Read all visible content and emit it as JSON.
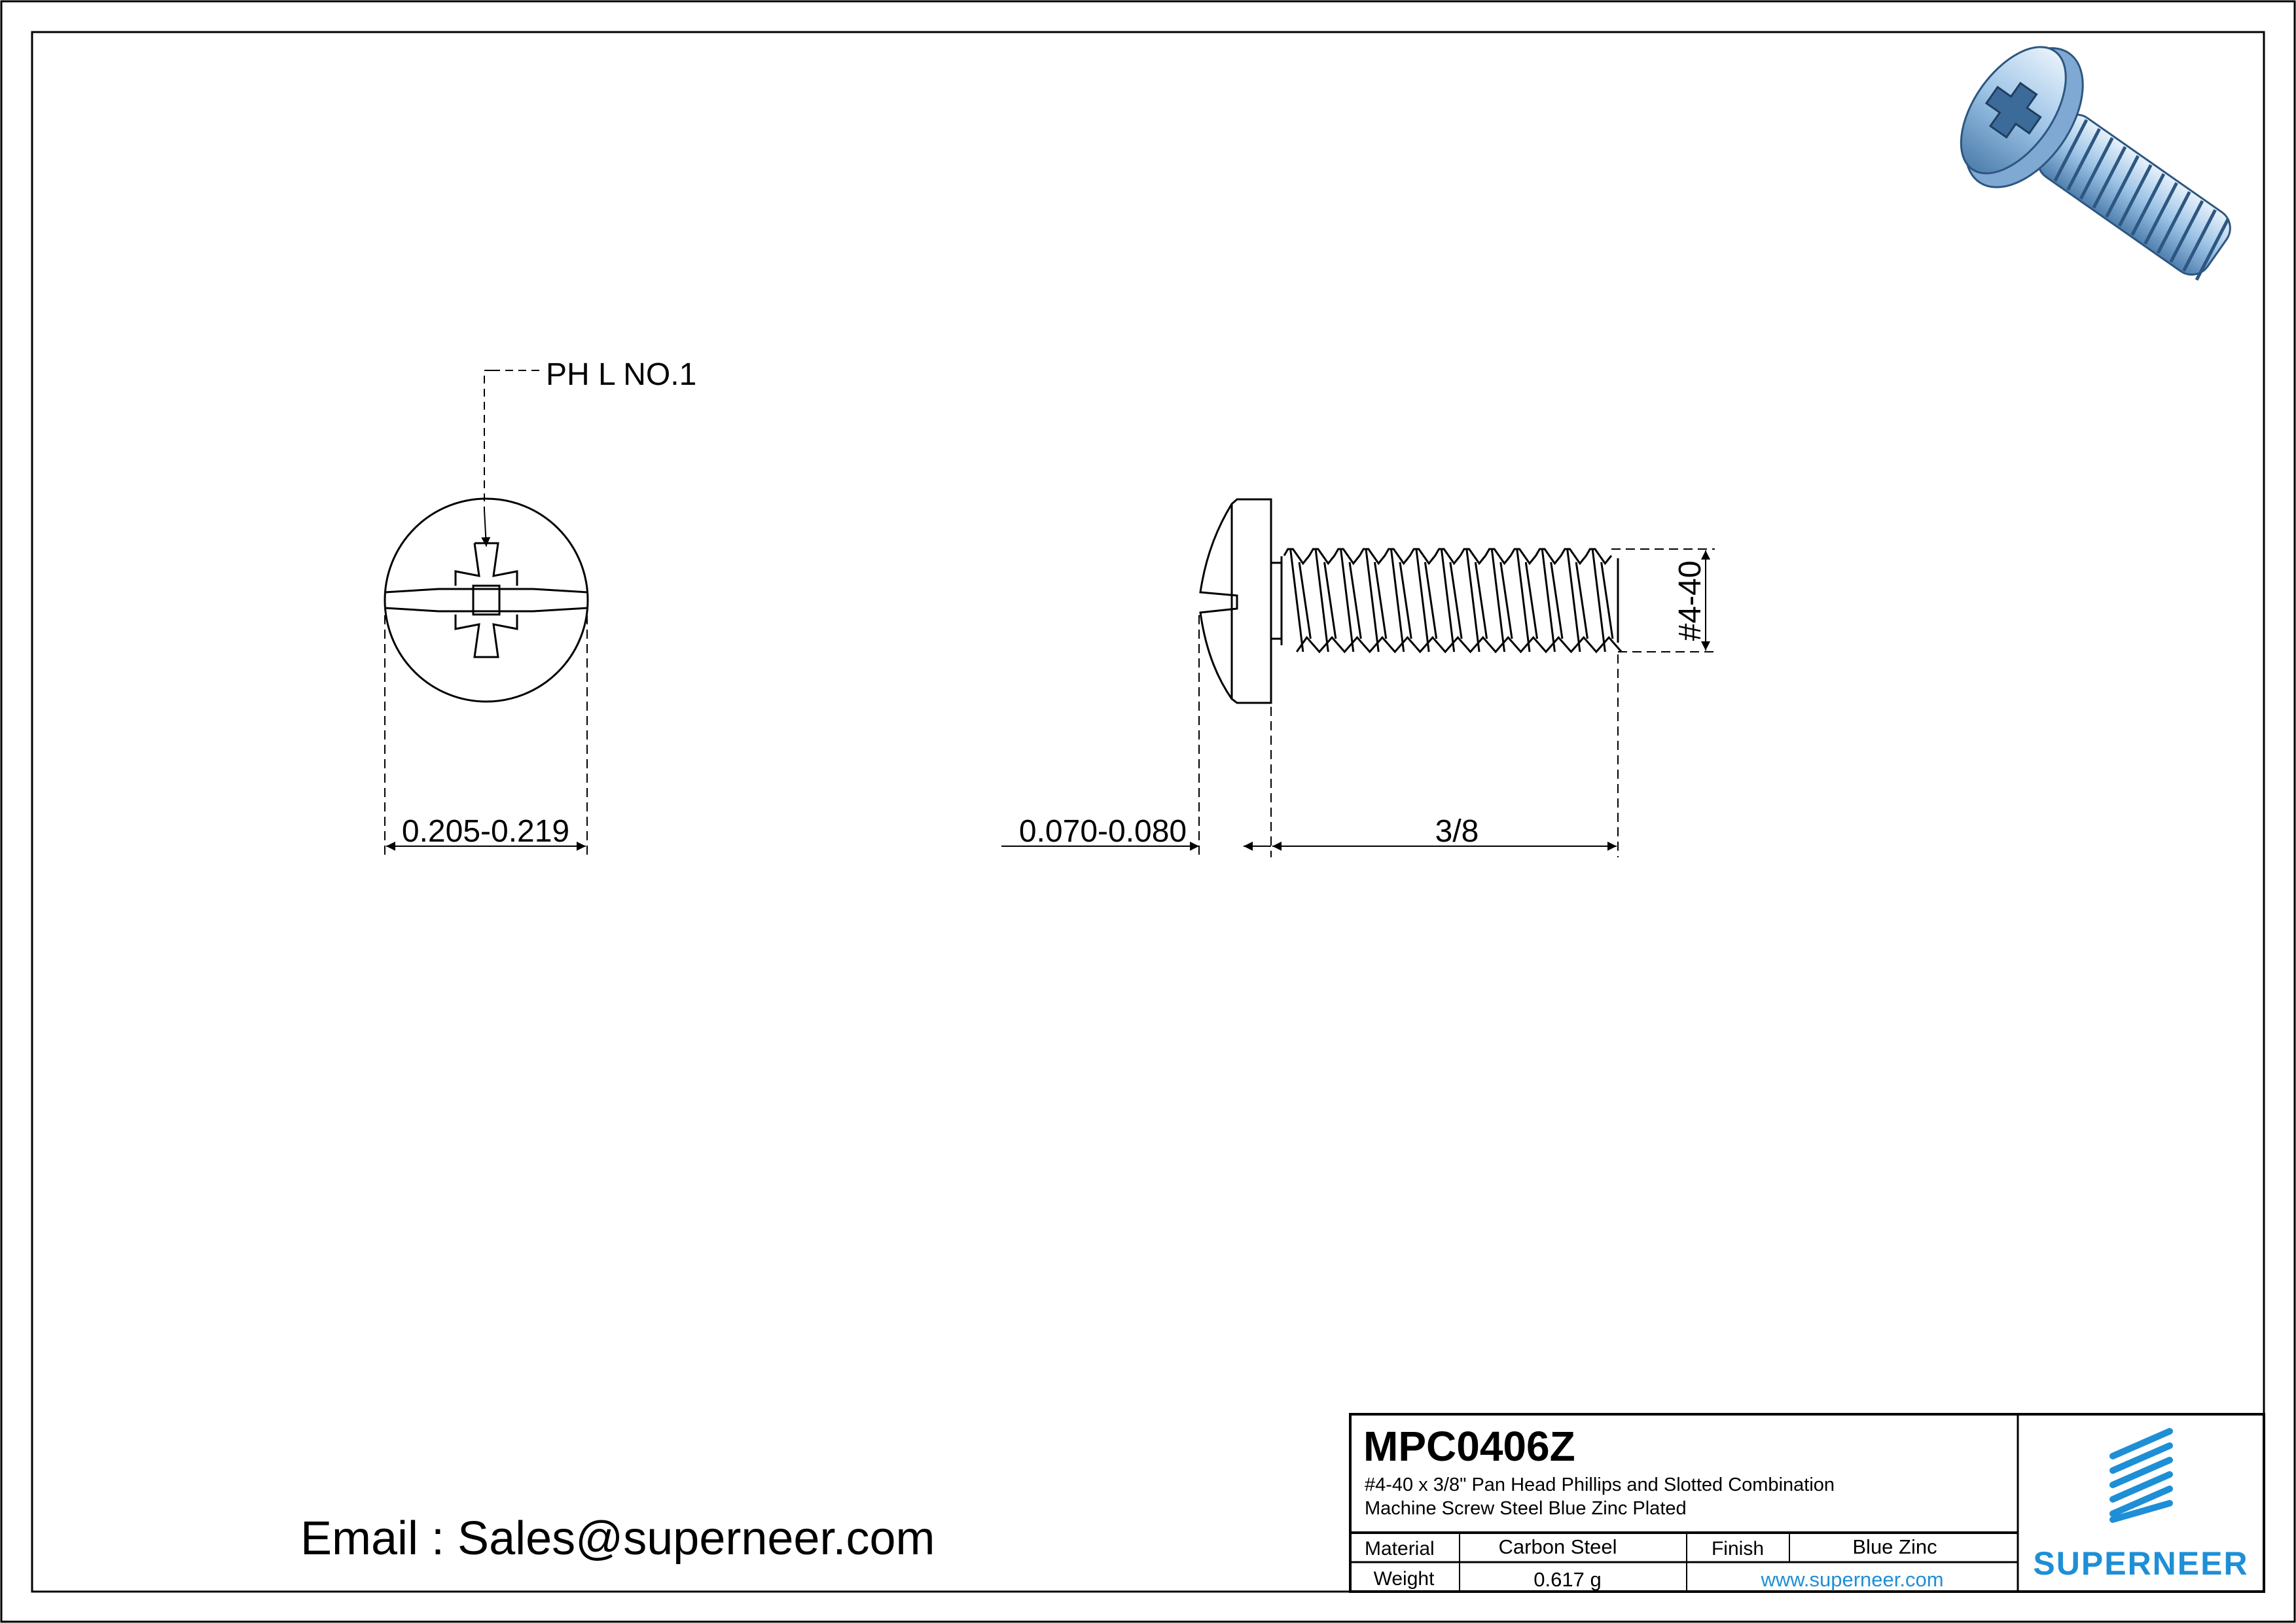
{
  "drawing": {
    "top_view": {
      "callout": "PH L NO.1",
      "diameter": "0.205-0.219"
    },
    "side_view": {
      "head_height": "0.070-0.080",
      "length": "3/8",
      "thread": "#4-40"
    }
  },
  "contact": {
    "email": "Email : Sales@superneer.com"
  },
  "title_block": {
    "part_number": "MPC0406Z",
    "description_line1": "#4-40 x 3/8\" Pan Head Phillips and Slotted Combination",
    "description_line2": "Machine Screw Steel Blue Zinc Plated",
    "material_label": "Material",
    "material_value": "Carbon Steel",
    "finish_label": "Finish",
    "finish_value": "Blue Zinc",
    "weight_label": "Weight",
    "weight_value": "0.617 g",
    "website": "www.superneer.com",
    "brand": "SUPERNEER"
  },
  "colors": {
    "brand": "#1e8fd6",
    "line": "#000000"
  }
}
